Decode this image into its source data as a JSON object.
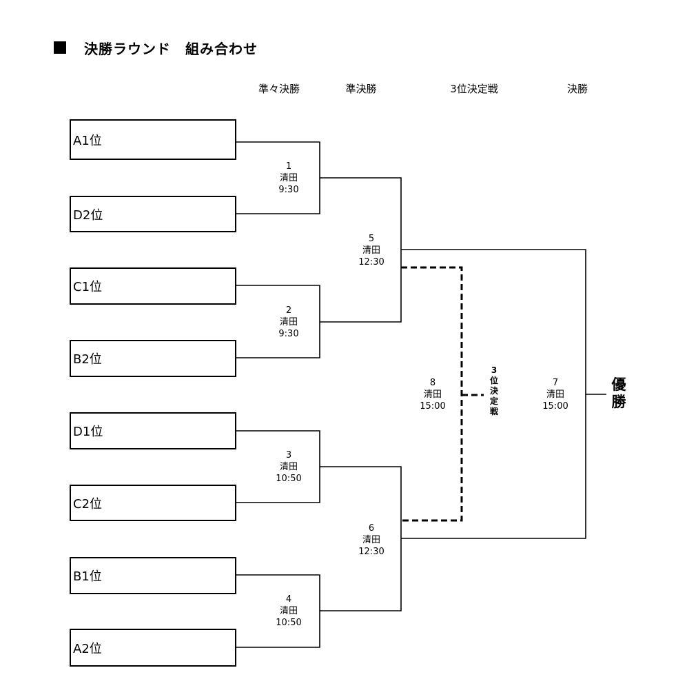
{
  "title": {
    "marker": "■",
    "text": "決勝ラウンド　組み合わせ"
  },
  "rounds": {
    "quarterfinal": "準々決勝",
    "semifinal": "準決勝",
    "third_place": "3位決定戦",
    "final": "決勝"
  },
  "teams": [
    {
      "label": "A1位"
    },
    {
      "label": "D2位"
    },
    {
      "label": "C1位"
    },
    {
      "label": "B2位"
    },
    {
      "label": "D1位"
    },
    {
      "label": "C2位"
    },
    {
      "label": "B1位"
    },
    {
      "label": "A2位"
    }
  ],
  "matches": [
    {
      "number": "1",
      "venue": "清田",
      "time": "9:30"
    },
    {
      "number": "2",
      "venue": "清田",
      "time": "9:30"
    },
    {
      "number": "3",
      "venue": "清田",
      "time": "10:50"
    },
    {
      "number": "4",
      "venue": "清田",
      "time": "10:50"
    },
    {
      "number": "5",
      "venue": "清田",
      "time": "12:30"
    },
    {
      "number": "6",
      "venue": "清田",
      "time": "12:30"
    },
    {
      "number": "7",
      "venue": "清田",
      "time": "15:00"
    },
    {
      "number": "8",
      "venue": "清田",
      "time": "15:00"
    }
  ],
  "third_place_label": [
    "3",
    "位",
    "決",
    "定",
    "戦"
  ],
  "champion_label": [
    "優",
    "勝"
  ]
}
